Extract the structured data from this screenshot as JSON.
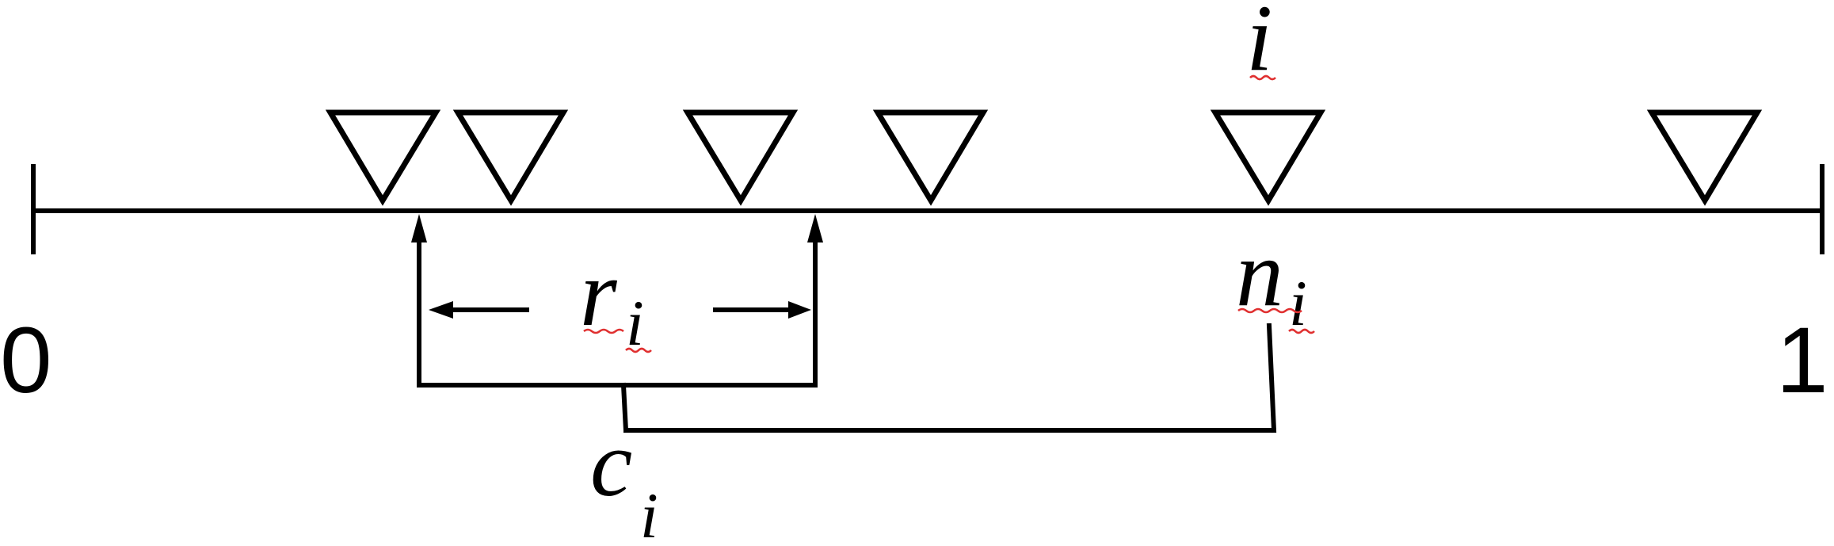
{
  "diagram": {
    "axis": {
      "start_label": "0",
      "end_label": "1"
    },
    "node_label": "i",
    "neighbor_label": {
      "base": "n",
      "sub": "i"
    },
    "range_label": {
      "base": "r",
      "sub": "i"
    },
    "cost_label": {
      "base": "c",
      "sub": "i"
    },
    "colors": {
      "ink": "#000000",
      "background": "#ffffff",
      "spellcheck_underline": "#e03030"
    },
    "icons": {
      "node_marker": "down-triangle",
      "arrow": "arrowhead"
    }
  }
}
